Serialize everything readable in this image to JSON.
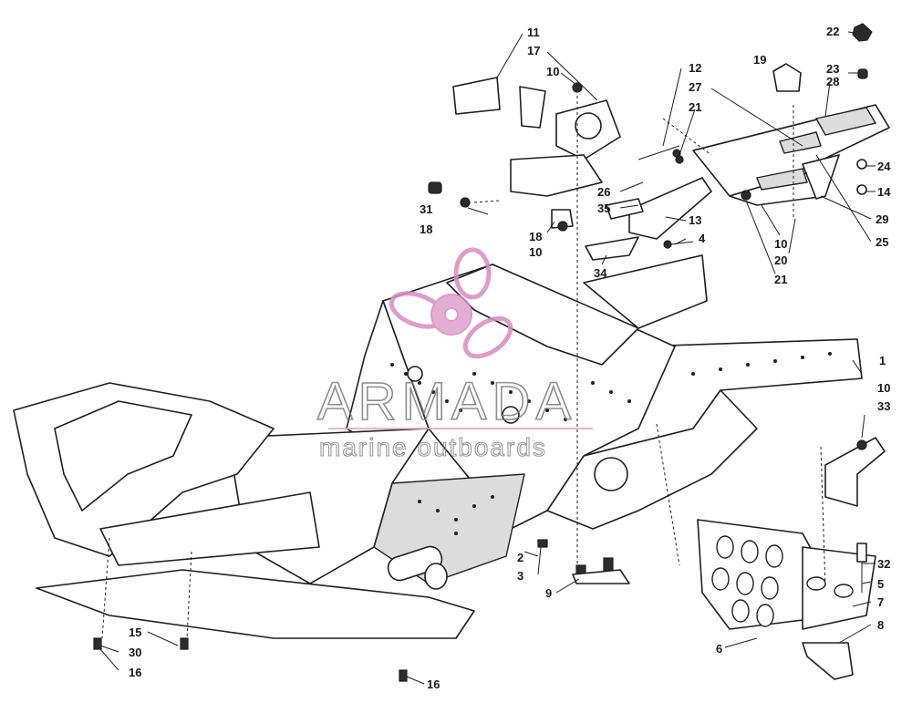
{
  "watermark": {
    "title": "ARMADA",
    "subtitle": "marine outboards",
    "logo_icon": "propeller-logo-icon",
    "logo_color": "#d98cc0",
    "line_color": "#e7a6d1"
  },
  "callouts": [
    "11",
    "17",
    "10",
    "12",
    "27",
    "21",
    "19",
    "28",
    "22",
    "23",
    "24",
    "14",
    "29",
    "25",
    "26",
    "35",
    "13",
    "4",
    "31",
    "18",
    "18",
    "10",
    "34",
    "10",
    "20",
    "21",
    "1",
    "10",
    "33",
    "32",
    "5",
    "7",
    "8",
    "6",
    "2",
    "3",
    "9",
    "15",
    "30",
    "16",
    "16"
  ]
}
